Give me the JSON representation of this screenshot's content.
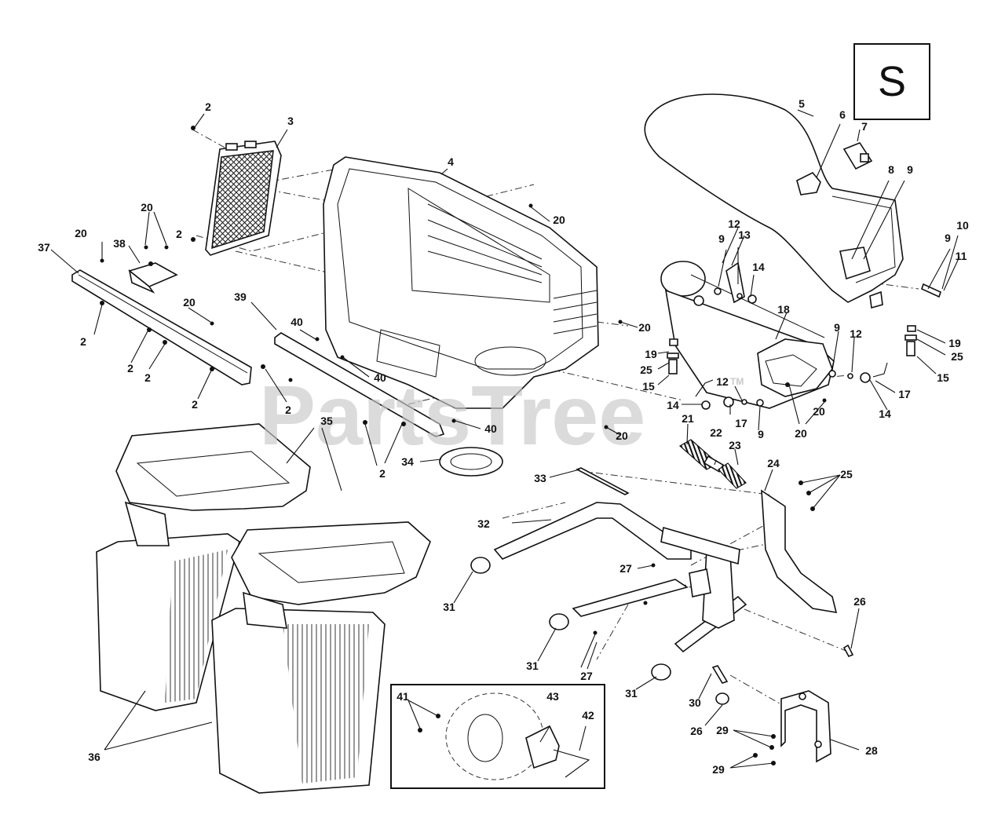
{
  "diagram": {
    "section_letter": "S",
    "watermark": {
      "text": "PartsTree",
      "trademark": "TM"
    },
    "callouts": [
      {
        "id": "c2a",
        "text": "2"
      },
      {
        "id": "c3",
        "text": "3"
      },
      {
        "id": "c4",
        "text": "4"
      },
      {
        "id": "c5",
        "text": "5"
      },
      {
        "id": "c6",
        "text": "6"
      },
      {
        "id": "c7",
        "text": "7"
      },
      {
        "id": "c8",
        "text": "8"
      },
      {
        "id": "c9a",
        "text": "9"
      },
      {
        "id": "c20a",
        "text": "20"
      },
      {
        "id": "c20b",
        "text": "20"
      },
      {
        "id": "c2b",
        "text": "2"
      },
      {
        "id": "c20c",
        "text": "20"
      },
      {
        "id": "c37",
        "text": "37"
      },
      {
        "id": "c38",
        "text": "38"
      },
      {
        "id": "c20d",
        "text": "20"
      },
      {
        "id": "c2c",
        "text": "2"
      },
      {
        "id": "c2d",
        "text": "2"
      },
      {
        "id": "c2e",
        "text": "2"
      },
      {
        "id": "c2f",
        "text": "2"
      },
      {
        "id": "c39",
        "text": "39"
      },
      {
        "id": "c40a",
        "text": "40"
      },
      {
        "id": "c40b",
        "text": "40"
      },
      {
        "id": "c2g",
        "text": "2"
      },
      {
        "id": "c40c",
        "text": "40"
      },
      {
        "id": "c2h",
        "text": "2"
      },
      {
        "id": "c34",
        "text": "34"
      },
      {
        "id": "c20e",
        "text": "20"
      },
      {
        "id": "c12a",
        "text": "12"
      },
      {
        "id": "c13",
        "text": "13"
      },
      {
        "id": "c9b",
        "text": "9"
      },
      {
        "id": "c14a",
        "text": "14"
      },
      {
        "id": "c10",
        "text": "10"
      },
      {
        "id": "c9c",
        "text": "9"
      },
      {
        "id": "c11",
        "text": "11"
      },
      {
        "id": "c18",
        "text": "18"
      },
      {
        "id": "c20f",
        "text": "20"
      },
      {
        "id": "c19a",
        "text": "19"
      },
      {
        "id": "c25a",
        "text": "25"
      },
      {
        "id": "c15a",
        "text": "15"
      },
      {
        "id": "c9d",
        "text": "9"
      },
      {
        "id": "c12b",
        "text": "12"
      },
      {
        "id": "c19b",
        "text": "19"
      },
      {
        "id": "c25b",
        "text": "25"
      },
      {
        "id": "c15b",
        "text": "15"
      },
      {
        "id": "c17a",
        "text": "17"
      },
      {
        "id": "c14b",
        "text": "14"
      },
      {
        "id": "c12c",
        "text": "12"
      },
      {
        "id": "c14c",
        "text": "14"
      },
      {
        "id": "c17b",
        "text": "17"
      },
      {
        "id": "c9e",
        "text": "9"
      },
      {
        "id": "c20g",
        "text": "20"
      },
      {
        "id": "c21",
        "text": "21"
      },
      {
        "id": "c22",
        "text": "22"
      },
      {
        "id": "c23",
        "text": "23"
      },
      {
        "id": "c35",
        "text": "35"
      },
      {
        "id": "c20h",
        "text": "20"
      },
      {
        "id": "c33",
        "text": "33"
      },
      {
        "id": "c24",
        "text": "24"
      },
      {
        "id": "c25c",
        "text": "25"
      },
      {
        "id": "c32",
        "text": "32"
      },
      {
        "id": "c27a",
        "text": "27"
      },
      {
        "id": "c31a",
        "text": "31"
      },
      {
        "id": "c26a",
        "text": "26"
      },
      {
        "id": "c31b",
        "text": "31"
      },
      {
        "id": "c27b",
        "text": "27"
      },
      {
        "id": "c31c",
        "text": "31"
      },
      {
        "id": "c30",
        "text": "30"
      },
      {
        "id": "c26b",
        "text": "26"
      },
      {
        "id": "c29a",
        "text": "29"
      },
      {
        "id": "c28",
        "text": "28"
      },
      {
        "id": "c29b",
        "text": "29"
      },
      {
        "id": "c36",
        "text": "36"
      },
      {
        "id": "c41",
        "text": "41"
      },
      {
        "id": "c43",
        "text": "43"
      },
      {
        "id": "c42",
        "text": "42"
      }
    ]
  }
}
